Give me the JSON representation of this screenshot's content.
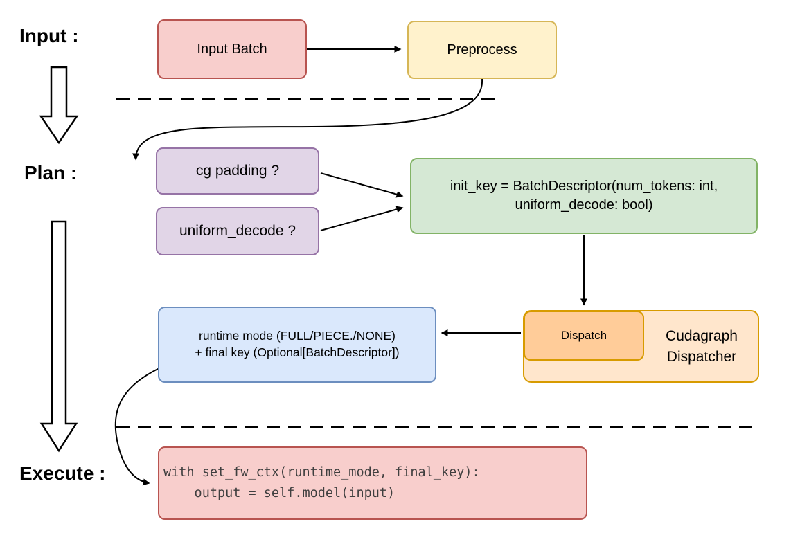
{
  "phases": {
    "input": "Input :",
    "plan": "Plan :",
    "execute": "Execute :"
  },
  "nodes": {
    "input_batch": {
      "label": "Input Batch"
    },
    "preprocess": {
      "label": "Preprocess"
    },
    "cg_padding": {
      "label": "cg padding ?"
    },
    "uniform_decode": {
      "label": "uniform_decode ?"
    },
    "init_key": {
      "line1": "init_key = BatchDescriptor(num_tokens: int,",
      "line2": "uniform_decode: bool)"
    },
    "dispatch": {
      "label": "Dispatch"
    },
    "cudagraph_dispatcher": {
      "line1": "Cudagraph",
      "line2": "Dispatcher"
    },
    "runtime_mode": {
      "line1": "runtime mode (FULL/PIECE./NONE)",
      "line2": "+ final key (Optional[BatchDescriptor])"
    },
    "execute_code": {
      "line1": "with set_fw_ctx(runtime_mode, final_key):",
      "line2": "    output = self.model(input)"
    }
  },
  "colors": {
    "red_fill": "#f8cecc",
    "red_stroke": "#b85450",
    "yellow_fill": "#fff2cc",
    "yellow_stroke": "#d6b656",
    "purple_fill": "#e1d5e7",
    "purple_stroke": "#9673a6",
    "green_fill": "#d5e8d4",
    "green_stroke": "#82b366",
    "orange_fill": "#ffe6cc",
    "orange_inner_fill": "#ffcc99",
    "orange_stroke": "#d79b00",
    "blue_fill": "#dae8fc",
    "blue_stroke": "#6c8ebf",
    "arrow_color": "#000000",
    "code_text_color": "#3f3f3f"
  }
}
